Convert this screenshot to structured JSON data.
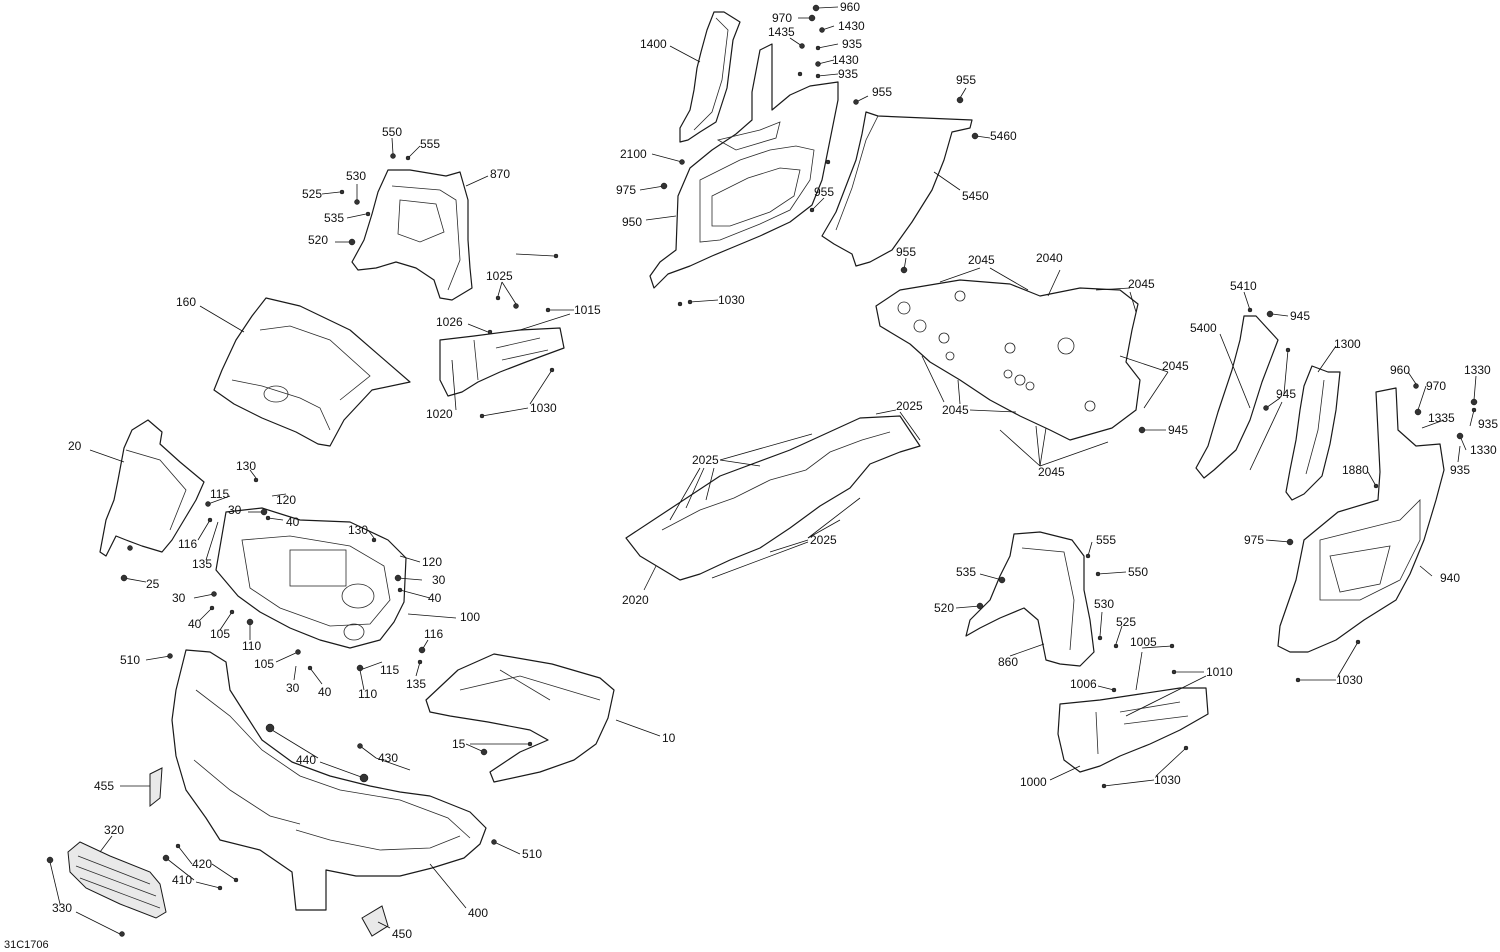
{
  "diagram": {
    "drawing_code": "31C1706",
    "callouts": [
      {
        "id": "c960",
        "label": "960"
      },
      {
        "id": "c970a",
        "label": "970"
      },
      {
        "id": "c1430a",
        "label": "1430"
      },
      {
        "id": "c1435",
        "label": "1435"
      },
      {
        "id": "c935a",
        "label": "935"
      },
      {
        "id": "c1430b",
        "label": "1430"
      },
      {
        "id": "c935b",
        "label": "935"
      },
      {
        "id": "c1400",
        "label": "1400"
      },
      {
        "id": "c955a",
        "label": "955"
      },
      {
        "id": "c955b",
        "label": "955"
      },
      {
        "id": "c5460",
        "label": "5460"
      },
      {
        "id": "c5450",
        "label": "5450"
      },
      {
        "id": "c2100",
        "label": "2100"
      },
      {
        "id": "c975a",
        "label": "975"
      },
      {
        "id": "c955c",
        "label": "955"
      },
      {
        "id": "c950",
        "label": "950"
      },
      {
        "id": "c1030a",
        "label": "1030"
      },
      {
        "id": "c955d",
        "label": "955"
      },
      {
        "id": "c2045a",
        "label": "2045"
      },
      {
        "id": "c2040",
        "label": "2040"
      },
      {
        "id": "c2045b",
        "label": "2045"
      },
      {
        "id": "c550a",
        "label": "550"
      },
      {
        "id": "c555a",
        "label": "555"
      },
      {
        "id": "c530a",
        "label": "530"
      },
      {
        "id": "c525a",
        "label": "525"
      },
      {
        "id": "c870",
        "label": "870"
      },
      {
        "id": "c535a",
        "label": "535"
      },
      {
        "id": "c520a",
        "label": "520"
      },
      {
        "id": "c1025",
        "label": "1025"
      },
      {
        "id": "c1015",
        "label": "1015"
      },
      {
        "id": "c1026",
        "label": "1026"
      },
      {
        "id": "c1020",
        "label": "1020"
      },
      {
        "id": "c1030b",
        "label": "1030"
      },
      {
        "id": "c160",
        "label": "160"
      },
      {
        "id": "c5410",
        "label": "5410"
      },
      {
        "id": "c945a",
        "label": "945"
      },
      {
        "id": "c5400",
        "label": "5400"
      },
      {
        "id": "c1300",
        "label": "1300"
      },
      {
        "id": "c2045c",
        "label": "2045"
      },
      {
        "id": "c945b",
        "label": "945"
      },
      {
        "id": "c960b",
        "label": "960"
      },
      {
        "id": "c970b",
        "label": "970"
      },
      {
        "id": "c1330a",
        "label": "1330"
      },
      {
        "id": "c935c",
        "label": "935"
      },
      {
        "id": "c1335",
        "label": "1335"
      },
      {
        "id": "c1330b",
        "label": "1330"
      },
      {
        "id": "c2045d",
        "label": "2045"
      },
      {
        "id": "c945c",
        "label": "945"
      },
      {
        "id": "c935d",
        "label": "935"
      },
      {
        "id": "c2025a",
        "label": "2025"
      },
      {
        "id": "c2045e",
        "label": "2045"
      },
      {
        "id": "c1880",
        "label": "1880"
      },
      {
        "id": "c20",
        "label": "20"
      },
      {
        "id": "c130a",
        "label": "130"
      },
      {
        "id": "c2025b",
        "label": "2025"
      },
      {
        "id": "c115a",
        "label": "115"
      },
      {
        "id": "c120a",
        "label": "120"
      },
      {
        "id": "c30a",
        "label": "30"
      },
      {
        "id": "c40a",
        "label": "40"
      },
      {
        "id": "c116a",
        "label": "116"
      },
      {
        "id": "c130b",
        "label": "130"
      },
      {
        "id": "c135a",
        "label": "135"
      },
      {
        "id": "c2025c",
        "label": "2025"
      },
      {
        "id": "c975b",
        "label": "975"
      },
      {
        "id": "c555b",
        "label": "555"
      },
      {
        "id": "c120b",
        "label": "120"
      },
      {
        "id": "c25",
        "label": "25"
      },
      {
        "id": "c30b",
        "label": "30"
      },
      {
        "id": "c550b",
        "label": "550"
      },
      {
        "id": "c535b",
        "label": "535"
      },
      {
        "id": "c940",
        "label": "940"
      },
      {
        "id": "c30c",
        "label": "30"
      },
      {
        "id": "c40b",
        "label": "40"
      },
      {
        "id": "c2020",
        "label": "2020"
      },
      {
        "id": "c40c",
        "label": "40"
      },
      {
        "id": "c105a",
        "label": "105"
      },
      {
        "id": "c100",
        "label": "100"
      },
      {
        "id": "c520b",
        "label": "520"
      },
      {
        "id": "c530b",
        "label": "530"
      },
      {
        "id": "c525b",
        "label": "525"
      },
      {
        "id": "c110a",
        "label": "110"
      },
      {
        "id": "c116b",
        "label": "116"
      },
      {
        "id": "c1005",
        "label": "1005"
      },
      {
        "id": "c510a",
        "label": "510"
      },
      {
        "id": "c105b",
        "label": "105"
      },
      {
        "id": "c115b",
        "label": "115"
      },
      {
        "id": "c860",
        "label": "860"
      },
      {
        "id": "c1010",
        "label": "1010"
      },
      {
        "id": "c135b",
        "label": "135"
      },
      {
        "id": "c30d",
        "label": "30"
      },
      {
        "id": "c40d",
        "label": "40"
      },
      {
        "id": "c110b",
        "label": "110"
      },
      {
        "id": "c1006",
        "label": "1006"
      },
      {
        "id": "c1030c",
        "label": "1030"
      },
      {
        "id": "c10",
        "label": "10"
      },
      {
        "id": "c440",
        "label": "440"
      },
      {
        "id": "c430",
        "label": "430"
      },
      {
        "id": "c15",
        "label": "15"
      },
      {
        "id": "c455",
        "label": "455"
      },
      {
        "id": "c1000",
        "label": "1000"
      },
      {
        "id": "c1030d",
        "label": "1030"
      },
      {
        "id": "c320",
        "label": "320"
      },
      {
        "id": "c510b",
        "label": "510"
      },
      {
        "id": "c420",
        "label": "420"
      },
      {
        "id": "c410",
        "label": "410"
      },
      {
        "id": "c400",
        "label": "400"
      },
      {
        "id": "c330",
        "label": "330"
      },
      {
        "id": "c450",
        "label": "450"
      }
    ]
  }
}
